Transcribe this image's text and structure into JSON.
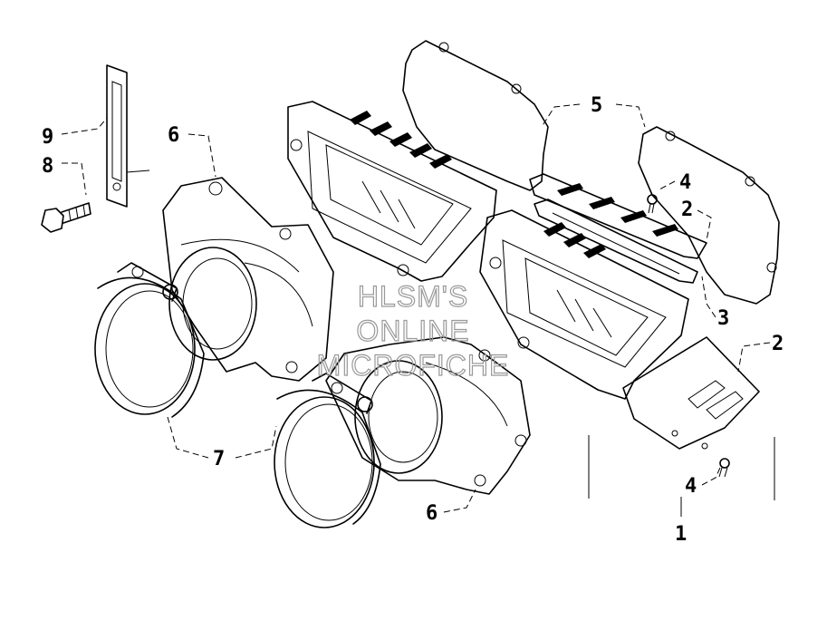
{
  "watermark": {
    "line1": "HLSM'S",
    "line2": "ONLINE",
    "line3": "MICROFICHE"
  },
  "callouts": {
    "c1": "1",
    "c2a": "2",
    "c2b": "2",
    "c3": "3",
    "c4a": "4",
    "c4b": "4",
    "c5": "5",
    "c6a": "6",
    "c6b": "6",
    "c7": "7",
    "c8": "8",
    "c9": "9"
  }
}
